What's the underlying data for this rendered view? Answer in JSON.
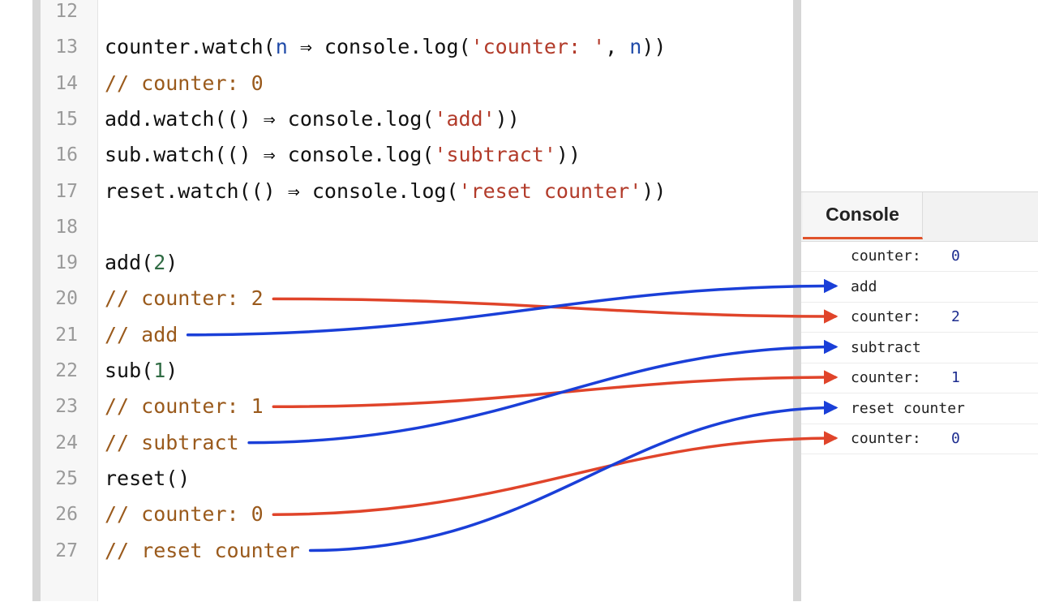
{
  "editor": {
    "lines": [
      {
        "num": "12",
        "tokens": []
      },
      {
        "num": "13",
        "tokens": [
          {
            "t": "counter.watch(",
            "k": "plain"
          },
          {
            "t": "n",
            "k": "param"
          },
          {
            "t": " ⇒ console.log(",
            "k": "plain"
          },
          {
            "t": "'counter: '",
            "k": "str"
          },
          {
            "t": ", ",
            "k": "plain"
          },
          {
            "t": "n",
            "k": "param"
          },
          {
            "t": "))",
            "k": "plain"
          }
        ]
      },
      {
        "num": "14",
        "tokens": [
          {
            "t": "// counter: 0",
            "k": "comment"
          }
        ]
      },
      {
        "num": "15",
        "tokens": [
          {
            "t": "add.watch(() ⇒ console.log(",
            "k": "plain"
          },
          {
            "t": "'add'",
            "k": "str"
          },
          {
            "t": "))",
            "k": "plain"
          }
        ]
      },
      {
        "num": "16",
        "tokens": [
          {
            "t": "sub.watch(() ⇒ console.log(",
            "k": "plain"
          },
          {
            "t": "'subtract'",
            "k": "str"
          },
          {
            "t": "))",
            "k": "plain"
          }
        ]
      },
      {
        "num": "17",
        "tokens": [
          {
            "t": "reset.watch(() ⇒ console.log(",
            "k": "plain"
          },
          {
            "t": "'reset counter'",
            "k": "str"
          },
          {
            "t": "))",
            "k": "plain"
          }
        ]
      },
      {
        "num": "18",
        "tokens": []
      },
      {
        "num": "19",
        "tokens": [
          {
            "t": "add(",
            "k": "plain"
          },
          {
            "t": "2",
            "k": "num"
          },
          {
            "t": ")",
            "k": "plain"
          }
        ]
      },
      {
        "num": "20",
        "tokens": [
          {
            "t": "// counter: 2",
            "k": "comment"
          }
        ]
      },
      {
        "num": "21",
        "tokens": [
          {
            "t": "// add",
            "k": "comment"
          }
        ]
      },
      {
        "num": "22",
        "tokens": [
          {
            "t": "sub(",
            "k": "plain"
          },
          {
            "t": "1",
            "k": "num"
          },
          {
            "t": ")",
            "k": "plain"
          }
        ]
      },
      {
        "num": "23",
        "tokens": [
          {
            "t": "// counter: 1",
            "k": "comment"
          }
        ]
      },
      {
        "num": "24",
        "tokens": [
          {
            "t": "// subtract",
            "k": "comment"
          }
        ]
      },
      {
        "num": "25",
        "tokens": [
          {
            "t": "reset()",
            "k": "plain"
          }
        ]
      },
      {
        "num": "26",
        "tokens": [
          {
            "t": "// counter: 0",
            "k": "comment"
          }
        ]
      },
      {
        "num": "27",
        "tokens": [
          {
            "t": "// reset counter",
            "k": "comment"
          }
        ]
      }
    ]
  },
  "console": {
    "tab_label": "Console",
    "rows": [
      {
        "msg": "counter:",
        "num": "0"
      },
      {
        "msg": "add",
        "num": ""
      },
      {
        "msg": "counter:",
        "num": "2"
      },
      {
        "msg": "subtract",
        "num": ""
      },
      {
        "msg": "counter:",
        "num": "1"
      },
      {
        "msg": "reset counter",
        "num": ""
      },
      {
        "msg": "counter:",
        "num": "0"
      }
    ]
  },
  "arrows": [
    {
      "from_line": "20",
      "to_row": 2,
      "color": "#e0442a"
    },
    {
      "from_line": "21",
      "to_row": 1,
      "color": "#1a3fd8"
    },
    {
      "from_line": "23",
      "to_row": 4,
      "color": "#e0442a"
    },
    {
      "from_line": "24",
      "to_row": 3,
      "color": "#1a3fd8"
    },
    {
      "from_line": "26",
      "to_row": 6,
      "color": "#e0442a"
    },
    {
      "from_line": "27",
      "to_row": 5,
      "color": "#1a3fd8"
    }
  ],
  "colors": {
    "arrow_red": "#e0442a",
    "arrow_blue": "#1a3fd8",
    "tab_accent": "#e0532b",
    "comment": "#9a5a1c",
    "string": "#b23b2a"
  }
}
